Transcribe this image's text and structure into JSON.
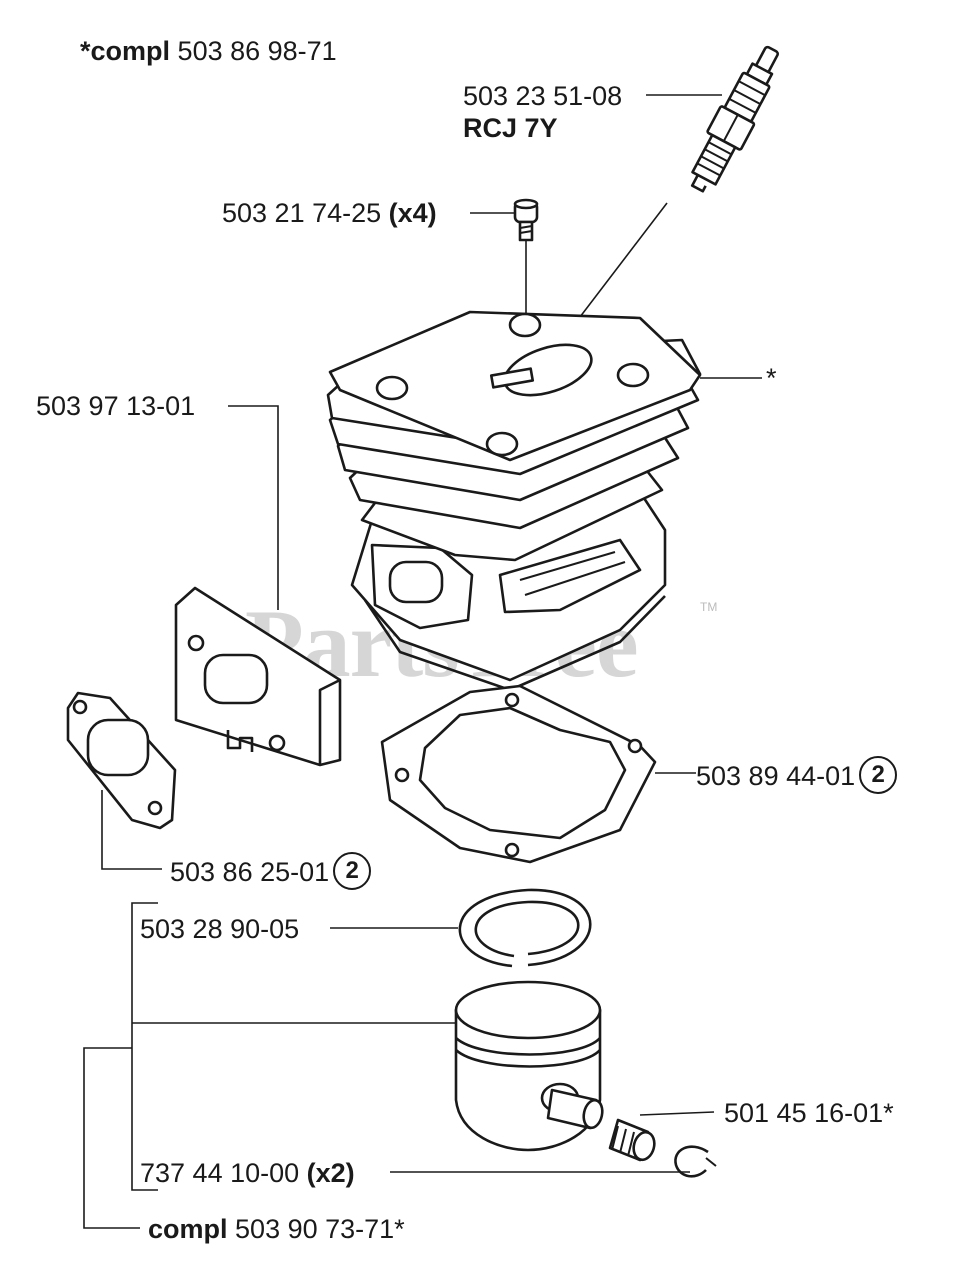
{
  "watermark": {
    "text": "PartsTree",
    "tm": "TM"
  },
  "labels": {
    "top_compl": {
      "bold": "*compl",
      "num": "503 86 98-71"
    },
    "spark_plug": {
      "num": "503 23 51-08",
      "code": "RCJ 7Y"
    },
    "screw": {
      "num": "503 21 74-25",
      "qty": "(x4)"
    },
    "cylinder_star": "*",
    "plate": "503 97 13-01",
    "base_gasket": {
      "num": "503 89 44-01",
      "ref": "2"
    },
    "muffler_gasket": {
      "num": "503 86 25-01",
      "ref": "2"
    },
    "piston_ring": "503 28 90-05",
    "needle_bearing": "501 45 16-01*",
    "circlip": {
      "num": "737 44 10-00",
      "qty": "(x2)"
    },
    "bottom_compl": {
      "bold": "compl",
      "num": "503 90 73-71*"
    }
  },
  "parts": [
    "spark-plug",
    "cylinder-screw",
    "cylinder",
    "muffler-plate",
    "muffler-gasket",
    "base-gasket",
    "piston-ring",
    "piston",
    "piston-pin",
    "needle-bearing",
    "circlip"
  ]
}
